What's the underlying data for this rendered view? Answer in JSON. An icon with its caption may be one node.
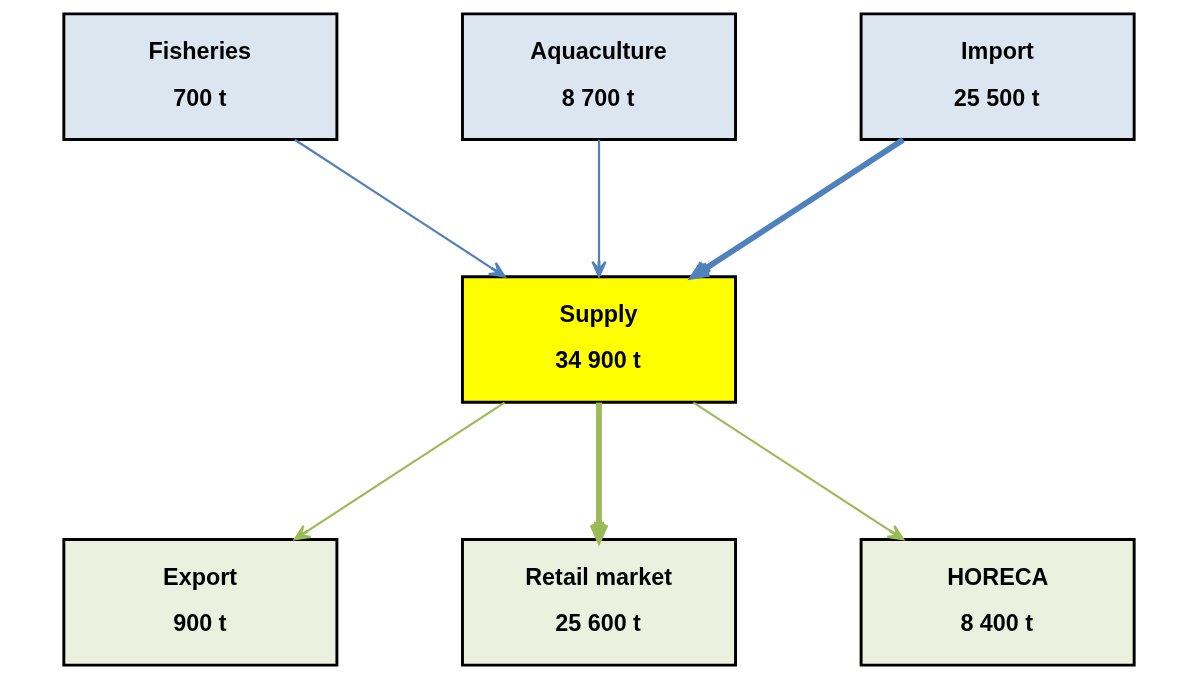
{
  "diagram": {
    "nodes": [
      {
        "text": [
          "Fisheries",
          "700 t"
        ]
      },
      {
        "text": [
          "Aquaculture",
          "8 700 t"
        ]
      },
      {
        "text": [
          "Import",
          "25 500 t"
        ]
      },
      {
        "text": [
          "Supply",
          "34 900 t"
        ]
      },
      {
        "text": [
          "Export",
          "900 t"
        ]
      },
      {
        "text": [
          "Retail market",
          "25 600 t"
        ]
      },
      {
        "text": [
          "HORECA",
          "8 400 t"
        ]
      }
    ],
    "edges": [
      {
        "from": 0,
        "to": 3,
        "arrow": "to",
        "color": "#4f81bd"
      },
      {
        "from": 1,
        "to": 3,
        "arrow": "to",
        "color": "#4f81bd"
      },
      {
        "from": 2,
        "to": 3,
        "arrow": "to",
        "style": "thick",
        "color": "#4f81bd"
      },
      {
        "from": 3,
        "to": 4,
        "arrow": "to",
        "color": "#9bbb59"
      },
      {
        "from": 3,
        "to": 5,
        "arrow": "to",
        "style": "thick",
        "color": "#9bbb59"
      },
      {
        "from": 3,
        "to": 6,
        "arrow": "to",
        "color": "#9bbb59"
      }
    ]
  }
}
